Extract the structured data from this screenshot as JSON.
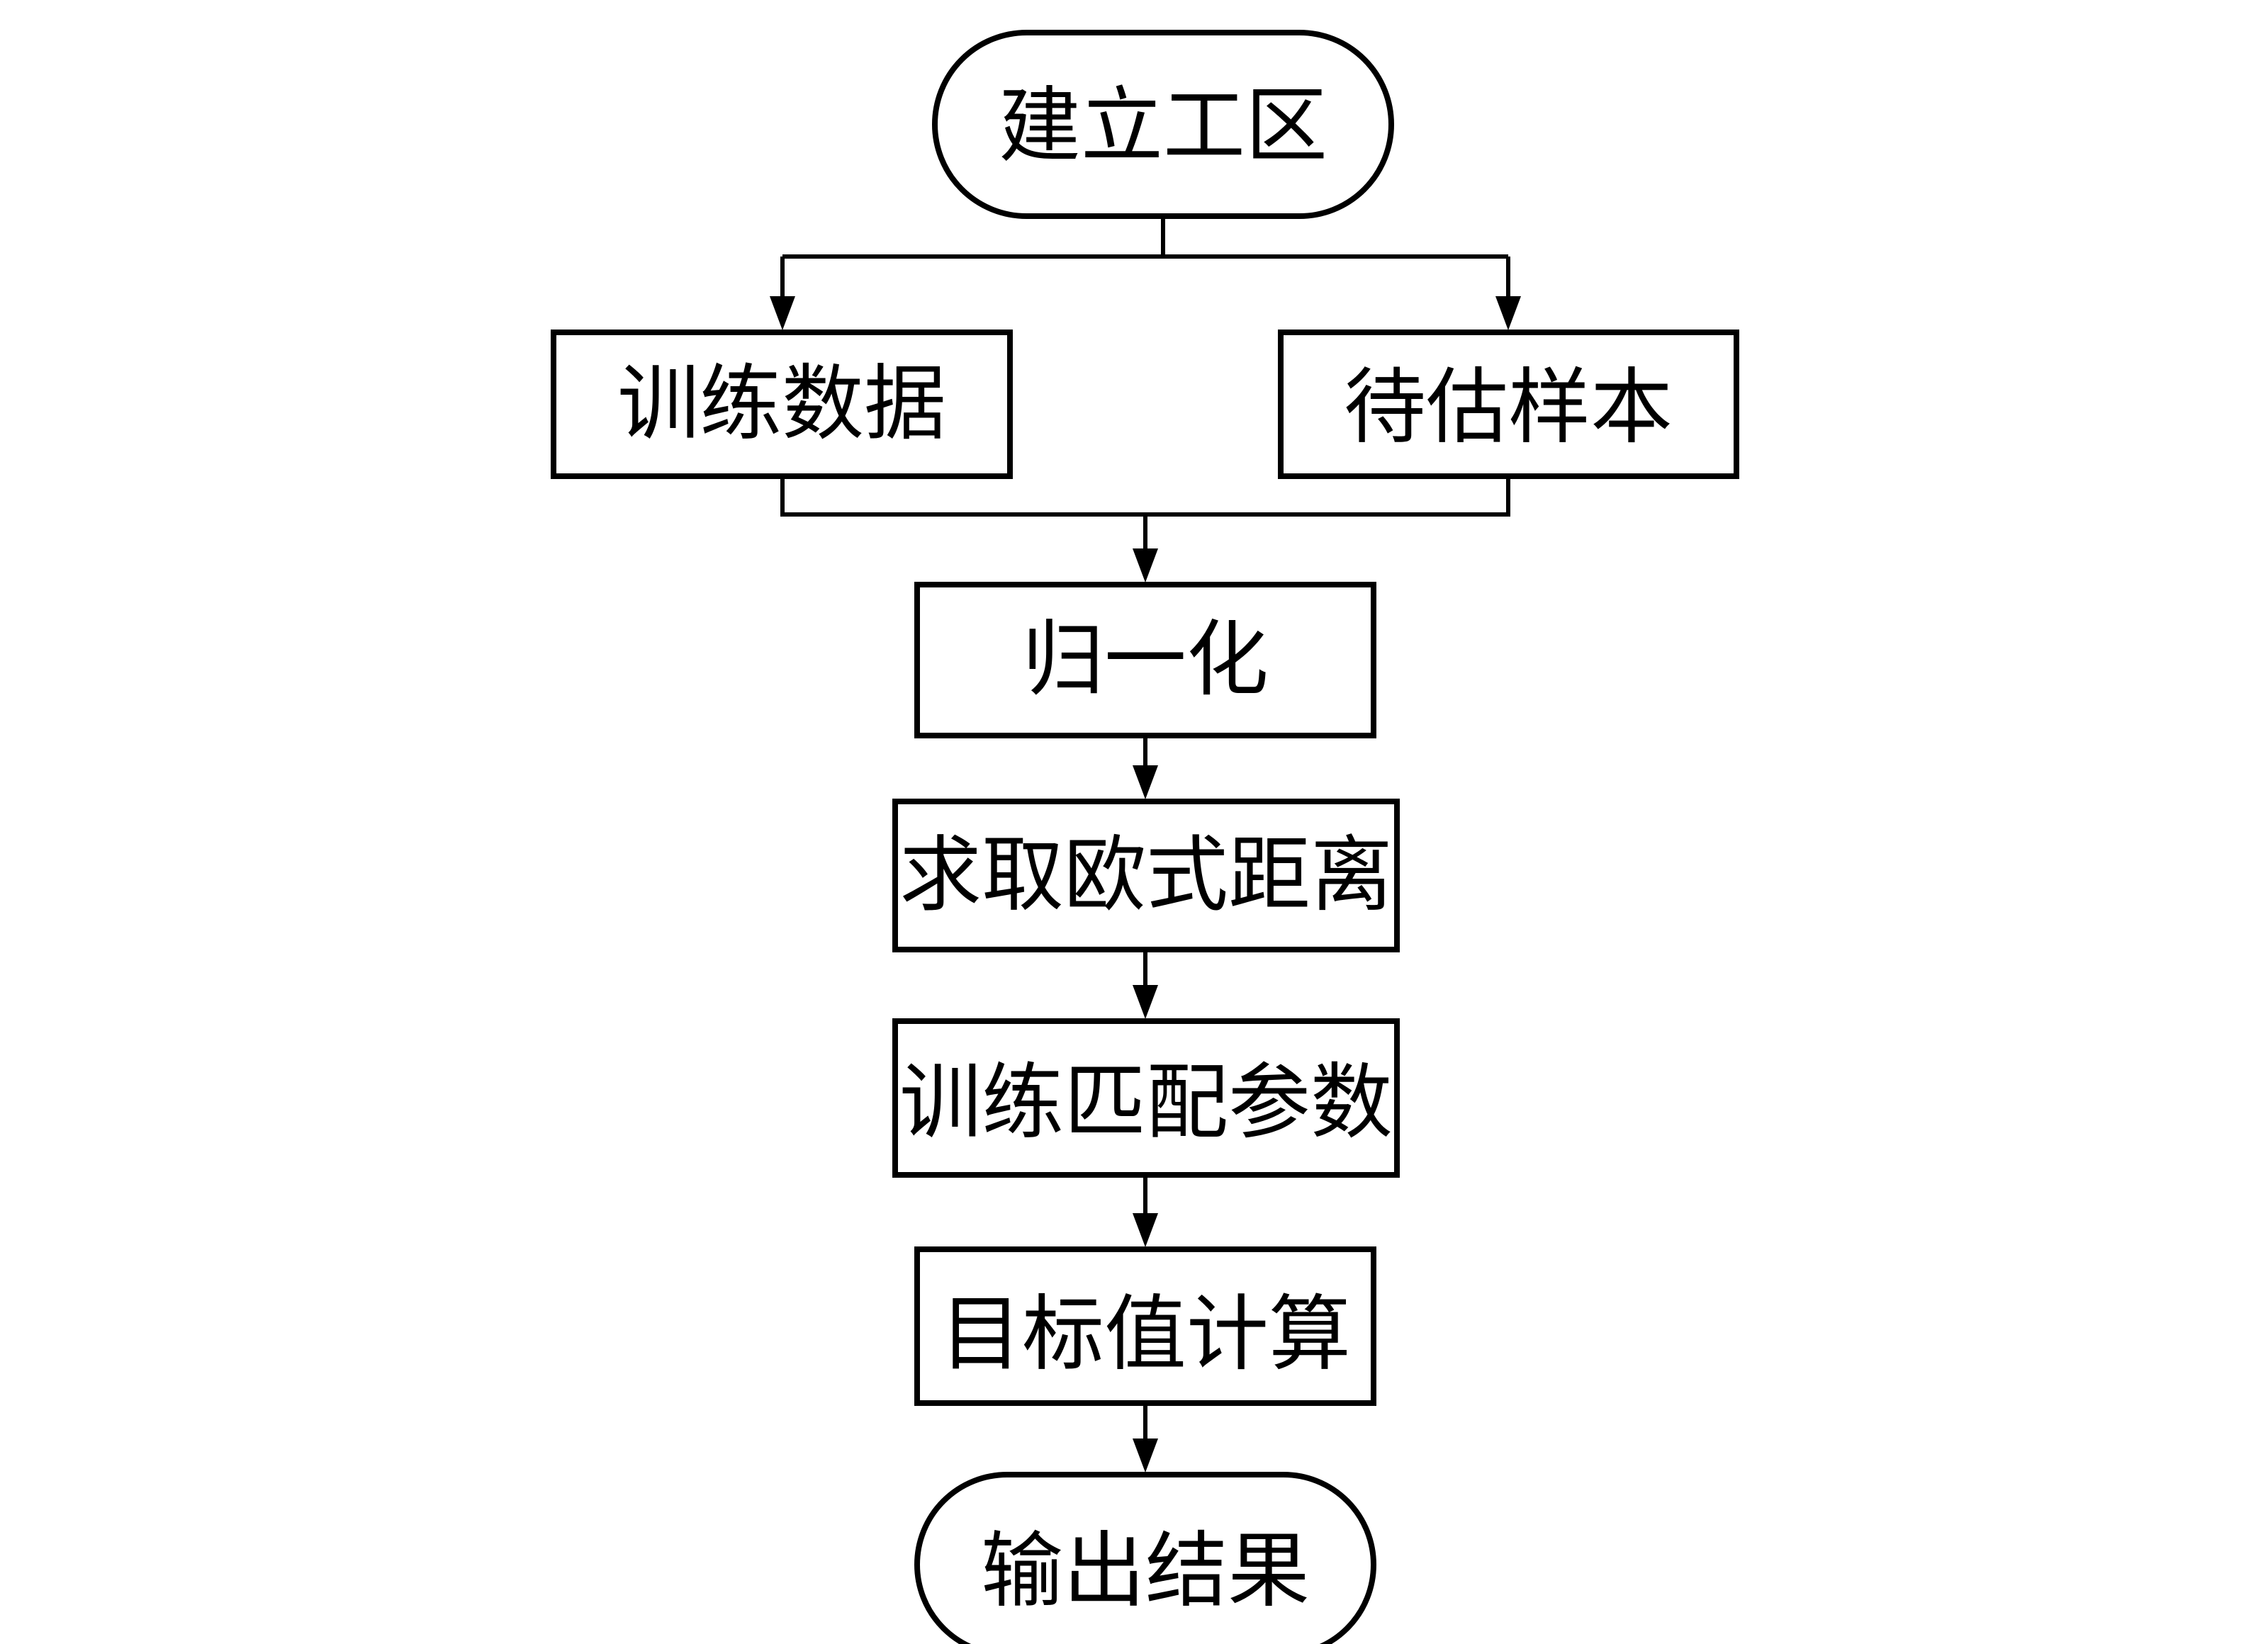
{
  "diagram": {
    "type": "flowchart",
    "nodes": {
      "start": {
        "label": "建立工区",
        "shape": "terminator"
      },
      "training_data": {
        "label": "训练数据",
        "shape": "process"
      },
      "samples": {
        "label": "待估样本",
        "shape": "process"
      },
      "normalize": {
        "label": "归一化",
        "shape": "process"
      },
      "euclid": {
        "label": "求取欧式距离",
        "shape": "process"
      },
      "match_params": {
        "label": "训练匹配参数",
        "shape": "process"
      },
      "target_calc": {
        "label": "目标值计算",
        "shape": "process"
      },
      "output": {
        "label": "输出结果",
        "shape": "terminator"
      }
    },
    "edges": [
      {
        "from": "start",
        "to": "training_data"
      },
      {
        "from": "start",
        "to": "samples"
      },
      {
        "from": "training_data",
        "to": "normalize"
      },
      {
        "from": "samples",
        "to": "normalize"
      },
      {
        "from": "normalize",
        "to": "euclid"
      },
      {
        "from": "euclid",
        "to": "match_params"
      },
      {
        "from": "match_params",
        "to": "target_calc"
      },
      {
        "from": "target_calc",
        "to": "output"
      }
    ],
    "colors": {
      "stroke": "#000000",
      "fill": "#ffffff"
    }
  }
}
